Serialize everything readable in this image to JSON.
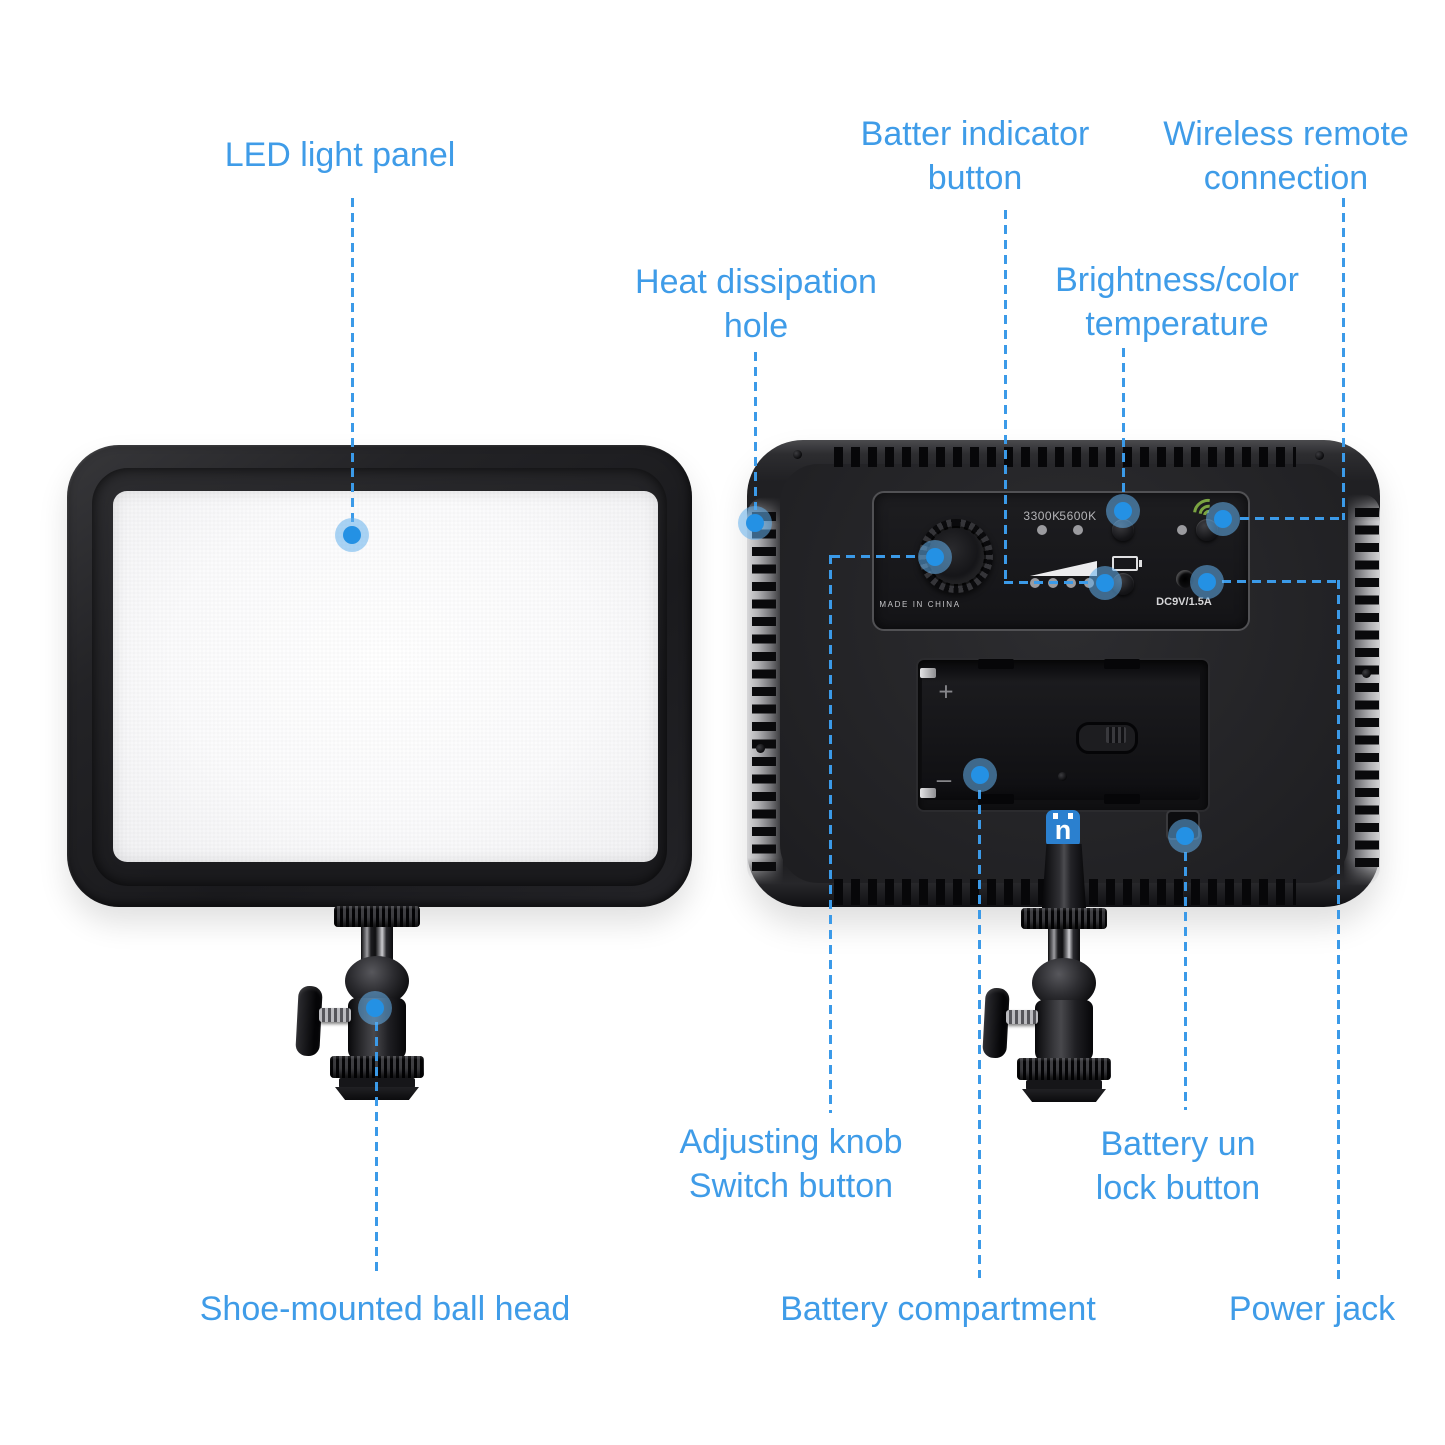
{
  "colors": {
    "label_blue": "#3F9CE8",
    "leader_blue": "#3B9AE8",
    "dot_core": "#2491E4",
    "dot_halo": "rgba(100,176,236,0.55)",
    "wifi_green": "#7BA441",
    "logo_blue": "#2B80CF"
  },
  "callouts": {
    "led_light_panel": {
      "label": "LED light panel"
    },
    "batter_indicator": {
      "line1": "Batter indicator",
      "line2": "button"
    },
    "wireless_remote": {
      "line1": "Wireless remote",
      "line2": "connection"
    },
    "heat_dissipation": {
      "line1": "Heat dissipation",
      "line2": "hole"
    },
    "brightness_color": {
      "line1": "Brightness/color",
      "line2": "temperature"
    },
    "adjusting_knob": {
      "line1": "Adjusting knob",
      "line2": "Switch button"
    },
    "battery_unlock": {
      "line1": "Battery un",
      "line2": "lock button"
    },
    "shoe_ball_head": {
      "label": "Shoe-mounted ball head"
    },
    "battery_compartment": {
      "label": "Battery compartment"
    },
    "power_jack": {
      "label": "Power jack"
    }
  },
  "back_panel": {
    "color_temp_low": "3300K",
    "color_temp_high": "5600K",
    "made_in": "MADE IN CHINA",
    "power_rating": "DC9V/1.5A",
    "battery_positive": "+",
    "battery_negative": "–",
    "logo_glyph": "n"
  }
}
